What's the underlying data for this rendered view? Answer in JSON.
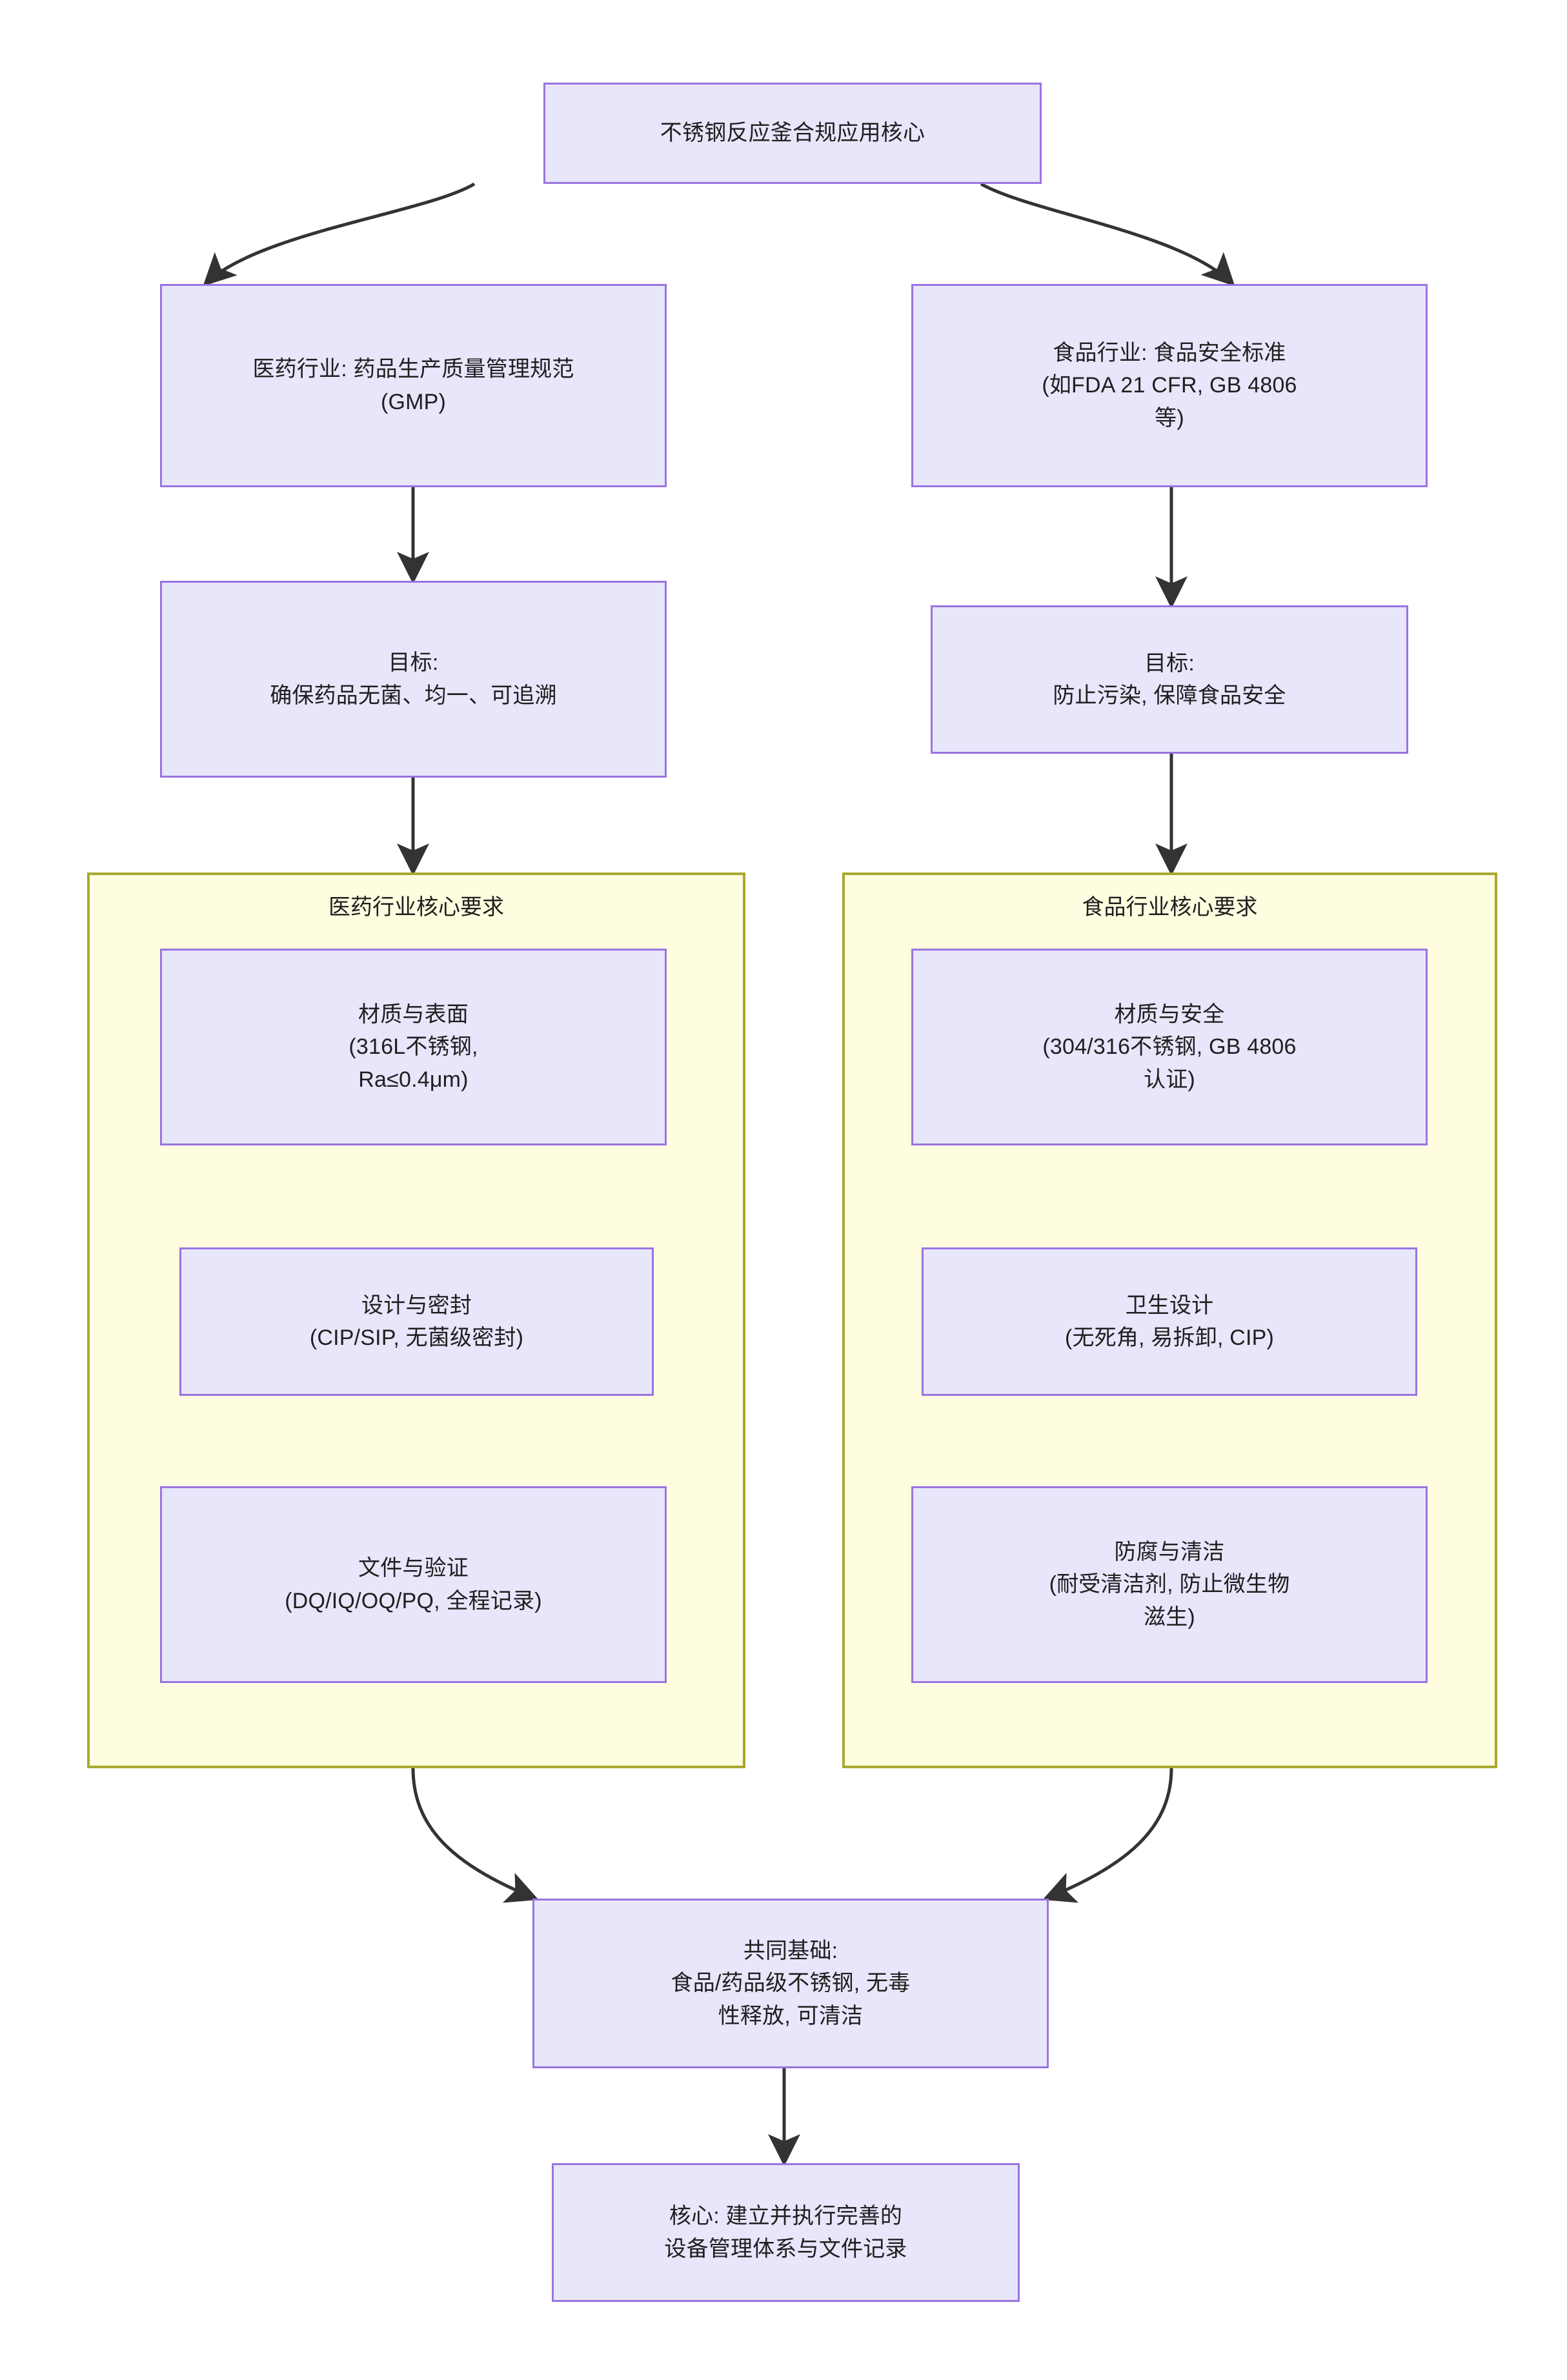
{
  "diagram": {
    "title_node": {
      "id": "root",
      "label": "不锈钢反应釜合规应用核心"
    },
    "branches": [
      {
        "id": "pharma",
        "standard": "医药行业: 药品生产质量管理规范\n(GMP)",
        "goal": "目标:\n确保药品无菌、均一、可追溯",
        "cluster_title": "医药行业核心要求",
        "items": [
          "材质与表面\n(316L不锈钢,\nRa≤0.4μm)",
          "设计与密封\n(CIP/SIP, 无菌级密封)",
          "文件与验证\n(DQ/IQ/OQ/PQ, 全程记录)"
        ]
      },
      {
        "id": "food",
        "standard": "食品行业: 食品安全标准\n(如FDA 21 CFR, GB 4806\n等)",
        "goal": "目标:\n防止污染, 保障食品安全",
        "cluster_title": "食品行业核心要求",
        "items": [
          "材质与安全\n(304/316不锈钢, GB 4806\n认证)",
          "卫生设计\n(无死角, 易拆卸, CIP)",
          "防腐与清洁\n(耐受清洁剂, 防止微生物\n滋生)"
        ]
      }
    ],
    "common_node": {
      "id": "common",
      "label": "共同基础:\n食品/药品级不锈钢, 无毒\n性释放, 可清洁"
    },
    "final_node": {
      "id": "final",
      "label": "核心: 建立并执行完善的\n设备管理体系与文件记录"
    },
    "colors": {
      "node_fill": "#e7e6fb",
      "node_border": "#9a74e0",
      "cluster_fill": "#fffddf",
      "cluster_border": "#a8a82f",
      "edge": "#333333",
      "text": "#1f1f1f",
      "background": "#ffffff"
    }
  }
}
